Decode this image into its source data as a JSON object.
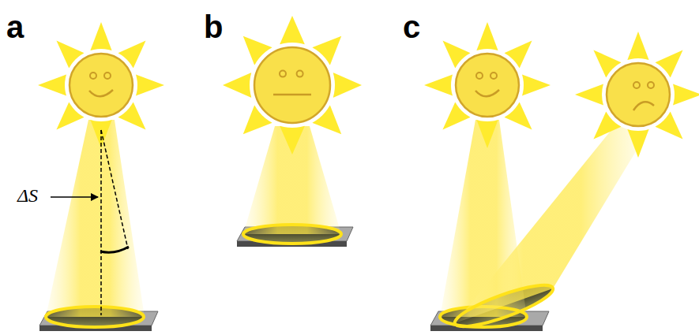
{
  "diagram": {
    "labels": [
      "a",
      "ΔS",
      "b",
      "c"
    ]
  }
}
